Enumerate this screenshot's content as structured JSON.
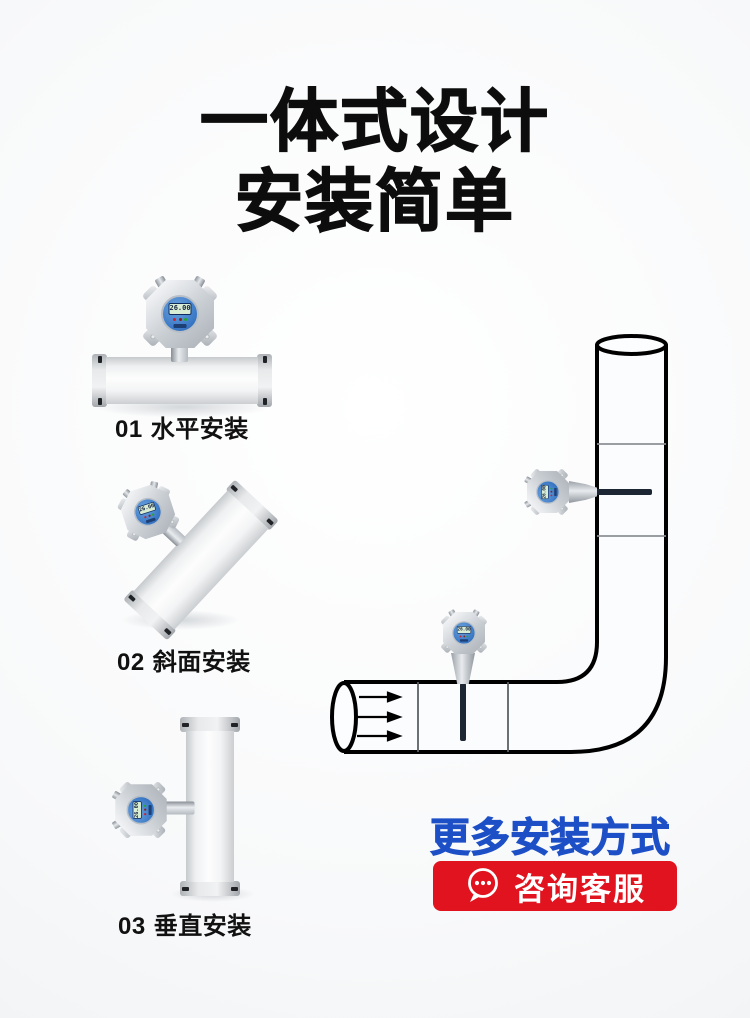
{
  "title": {
    "line1": "一体式设计",
    "line2": "安装简单"
  },
  "devices": [
    {
      "id": "01",
      "label": "水平安装"
    },
    {
      "id": "02",
      "label": "斜面安装"
    },
    {
      "id": "03",
      "label": "垂直安装"
    }
  ],
  "sensor": {
    "display": "26.00"
  },
  "more_methods": {
    "text": "更多安装方式",
    "color": "#1d4fc6"
  },
  "cta": {
    "label": "咨询客服",
    "bg": "#e0131f",
    "icon": "chat-bubble-icon"
  }
}
